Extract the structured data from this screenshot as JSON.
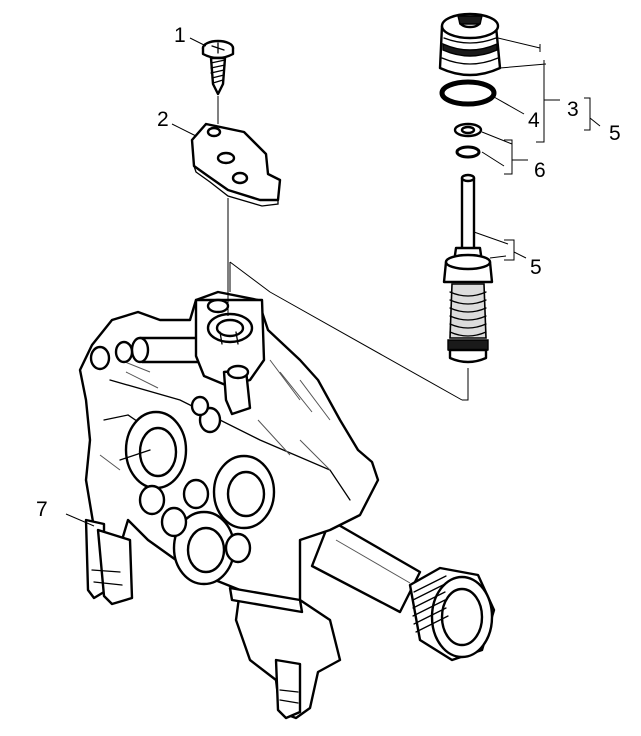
{
  "callouts": {
    "c1": "1",
    "c2": "2",
    "c3": "3",
    "c4": "4",
    "c5a": "5",
    "c6": "6",
    "c5b": "5",
    "c7": "7"
  },
  "colors": {
    "line": "#000000",
    "background": "#ffffff",
    "shade": "#dcdcdc"
  }
}
